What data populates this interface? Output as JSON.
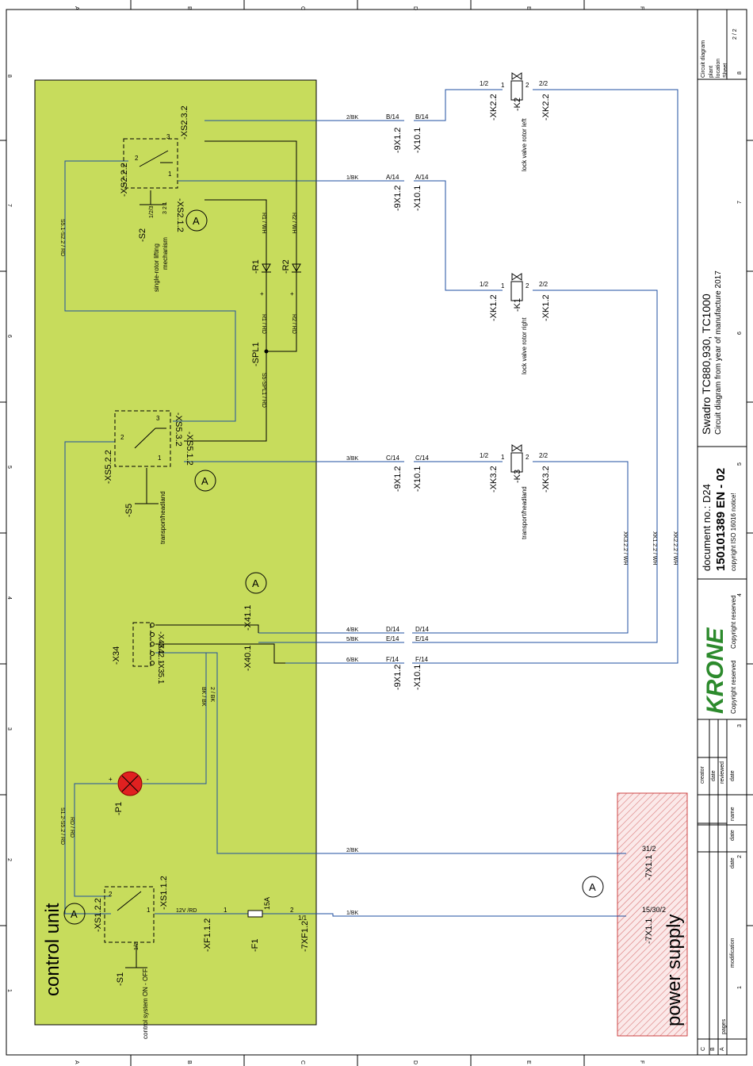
{
  "columns": [
    "A",
    "B",
    "C",
    "D",
    "E",
    "F"
  ],
  "rows": [
    "1",
    "2",
    "3",
    "4",
    "5",
    "6",
    "7",
    "8"
  ],
  "areas": {
    "control_unit": "control unit",
    "power_supply": "power supply",
    "location_marker": "A"
  },
  "components": {
    "S1": {
      "id": "-S1",
      "desc": "control system ON - OFF",
      "conn": "-XS1.2.2",
      "conn2": "-XS1.1.2",
      "sw": "1/2"
    },
    "S2": {
      "id": "-S2",
      "desc1": "single-rotor lifting",
      "desc2": "mechanism",
      "conn": "-XS2.2.2",
      "conn2": "-XS2.3.2",
      "conn3": "-XS2.1.2",
      "sw": "1/2/3",
      "nums": "3 2 1"
    },
    "S5": {
      "id": "-S5",
      "desc": "transport/headland",
      "conn": "-XS5.2.2",
      "conn2": "-XS5.3.2",
      "conn3": "-XS5.1.2"
    },
    "P1": {
      "id": "-P1"
    },
    "F1": {
      "id": "-F1",
      "rating": "15A",
      "conn": "-XF1.1.2",
      "conn2": "-7XF1.2"
    },
    "R1": {
      "id": "-R1"
    },
    "R2": {
      "id": "-R2"
    },
    "SPL1": {
      "id": "-SPL1"
    },
    "X34": {
      "id": "-X34",
      "c1": "-X43.1",
      "c2": "-X42.1",
      "c3": "-X35.1",
      "c4": "-X41.1",
      "c5": "-X40.1"
    },
    "K1": {
      "id": "-K1",
      "desc": "lock valve rotor right",
      "conn": "-XK1.2",
      "conn2": "-XK1.2"
    },
    "K2": {
      "id": "-K2",
      "desc": "lock valve rotor left",
      "conn": "-XK2.2",
      "conn2": "-XK2.2"
    },
    "K3": {
      "id": "-K3",
      "desc": "transport/headland",
      "conn": "-XK3.2",
      "conn2": "-XK3.2"
    },
    "X1": {
      "id": "-7X1.1",
      "id2": "-7X1.1",
      "pin1": "15/30/2",
      "pin2": "31/2"
    },
    "plug": {
      "id": "-9X1.2",
      "id2": "-X10.1"
    }
  },
  "pins": {
    "p12": "1/2",
    "p22": "2/2",
    "pA": "A/14",
    "pB": "B/14",
    "pC": "C/14",
    "pD": "D/14",
    "pE": "E/14",
    "pF": "F/14",
    "one": "1",
    "two": "2",
    "three": "3",
    "plus": "+",
    "minus": "-",
    "p11": "1/1"
  },
  "wires": {
    "w1": "1/BK",
    "w2": "2/BK",
    "w3": "3/BK",
    "w4": "4/BK",
    "w5": "5/BK",
    "w6": "6/BK",
    "r1": "R1 / WH",
    "r2": "R2 / WH",
    "r1rd": "R1 / RD",
    "r2rd": "R2 / RD",
    "spl": "S5-SPL1 / RD",
    "s5": "S5.1-S2.2 / RD",
    "s1": "S1.2-S5.2 / RD",
    "rd": "RD / RD",
    "bk": "BK / BK",
    "bk2": "2 / BK",
    "v12": "12V /RD",
    "xk1": "XK1.2.2 / WH",
    "xk2": "XK2.2.2 / WH",
    "xk3": "XK3.2.2 / WH"
  },
  "title_block": {
    "fields": [
      "Circuit diagram",
      "plant",
      "location",
      "Sheet"
    ],
    "sheet_value": "2 / 2",
    "title": "Swadro TC880,930, TC1000",
    "subtitle": "Circuit diagram from year of manufacture 2017",
    "doc_label": "document no.:  D24",
    "doc_number": "150101389 EN  -  02",
    "iso": "copyright ISO 16016 notice!",
    "brand": "KRONE",
    "copyright": "Copyright reserved",
    "creator_fields": [
      "creator",
      "date",
      "reviewed",
      "date"
    ],
    "revision_cols": [
      "date",
      "name",
      "date"
    ],
    "modification": "modification",
    "rev_letters": [
      "C",
      "B",
      "A"
    ],
    "rev_pages": "pages"
  },
  "colors": {
    "control_unit_fill": "#c7dc5c",
    "wire": "#1f4fa0",
    "lamp": "#e02020",
    "hatch": "#d97777"
  }
}
